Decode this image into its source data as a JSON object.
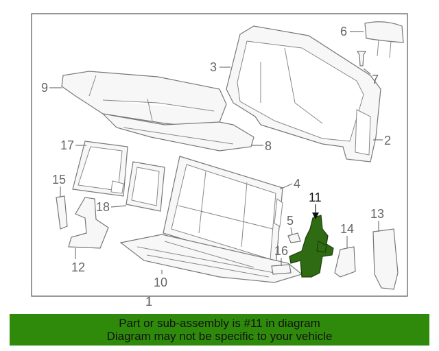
{
  "diagram": {
    "callouts": [
      "1",
      "2",
      "3",
      "4",
      "5",
      "6",
      "7",
      "8",
      "9",
      "10",
      "11",
      "12",
      "13",
      "14",
      "15",
      "16",
      "17",
      "18"
    ],
    "highlighted_callout": "11",
    "highlight_color": "#2e6b12"
  },
  "banner": {
    "line1": "Part or sub-assembly is #11 in diagram",
    "line2": "Diagram may not be specific to your vehicle",
    "background": "#2f8a0b"
  }
}
